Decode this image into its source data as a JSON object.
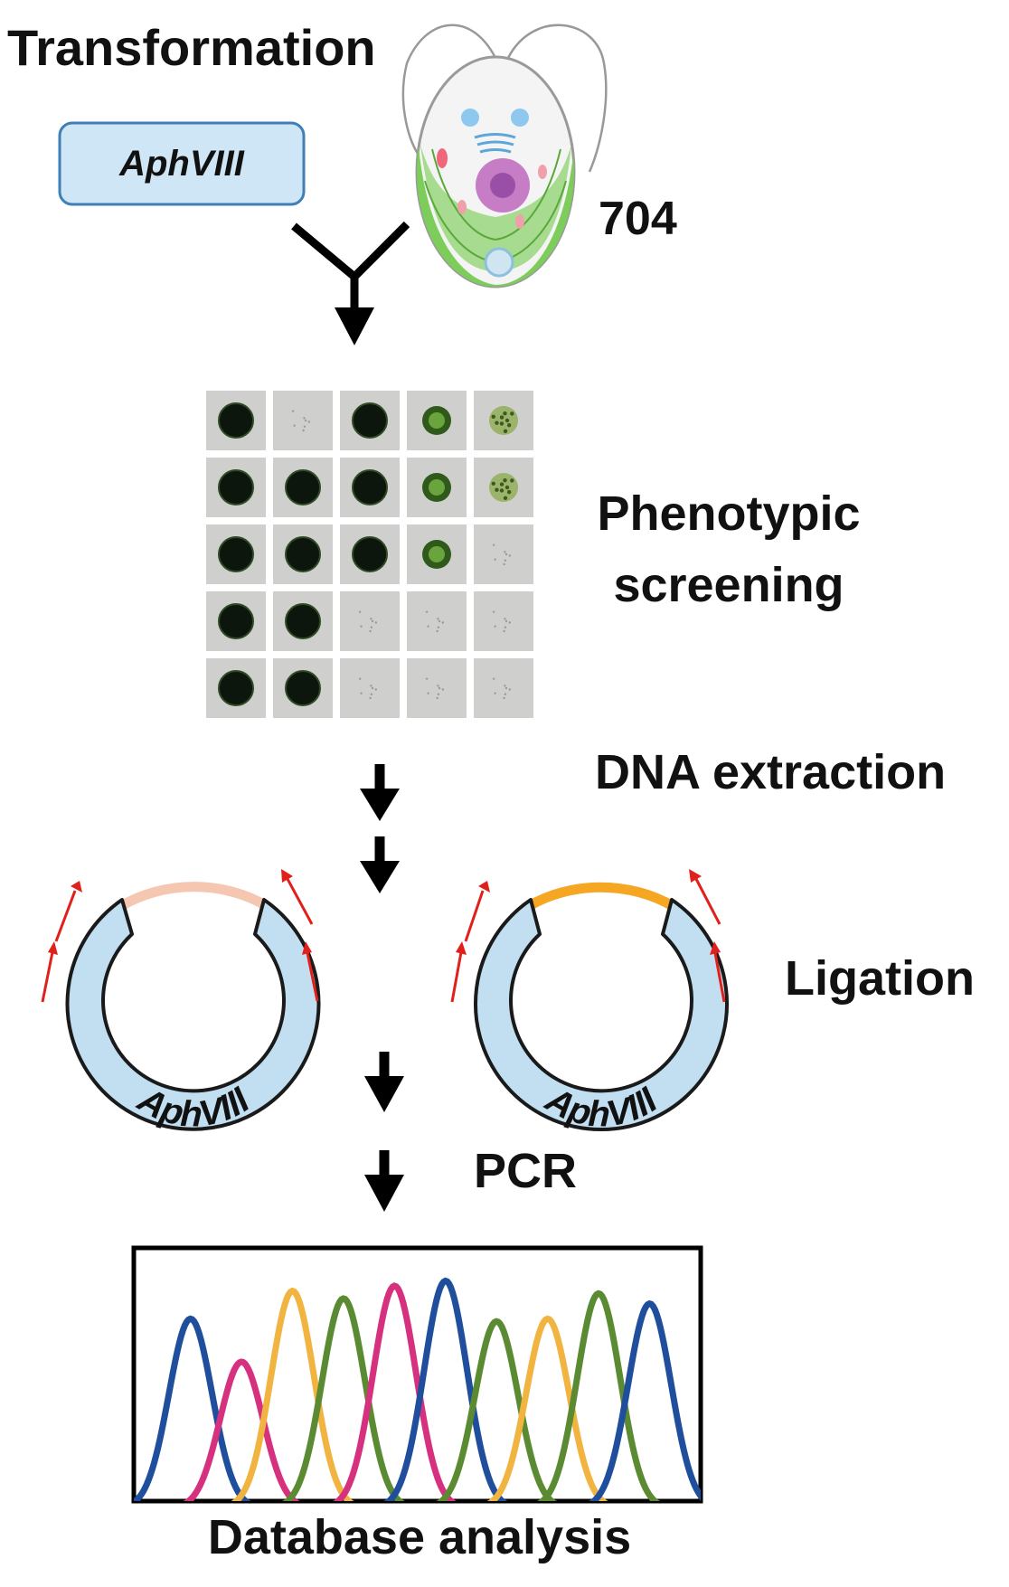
{
  "labels": {
    "transformation": "Transformation",
    "gene_box": "AphVIII",
    "strain": "704",
    "phenotypic_line1": "Phenotypic",
    "phenotypic_line2": "screening",
    "dna_extraction": "DNA extraction",
    "ligation": "Ligation",
    "plasmid_left_gene": "AphVIII",
    "plasmid_right_gene": "AphVIII",
    "pcr": "PCR",
    "database_analysis": "Database analysis"
  },
  "colors": {
    "gene_box_fill": "#cfe6f6",
    "gene_box_stroke": "#3f7fb5",
    "plasmid_fill": "#c2dff2",
    "insert_left": "#f5c7b0",
    "insert_right": "#f5a623",
    "primer": "#e0201b",
    "trace_blue": "#1f4e9c",
    "trace_pink": "#d6317f",
    "trace_yellow": "#f2b441",
    "trace_green": "#5a8a32"
  },
  "screening_grid": [
    [
      "big",
      "empty",
      "big",
      "green",
      "speckled"
    ],
    [
      "big",
      "big",
      "big",
      "green",
      "speckled"
    ],
    [
      "big",
      "big",
      "big",
      "green",
      "empty"
    ],
    [
      "big",
      "big",
      "empty",
      "empty",
      "empty"
    ],
    [
      "big",
      "big",
      "empty",
      "empty",
      "empty"
    ]
  ],
  "chromatogram_peaks": [
    {
      "color": "blue",
      "pos": 0.1,
      "height": 0.72
    },
    {
      "color": "pink",
      "pos": 0.19,
      "height": 0.55
    },
    {
      "color": "yellow",
      "pos": 0.28,
      "height": 0.83
    },
    {
      "color": "green",
      "pos": 0.37,
      "height": 0.8
    },
    {
      "color": "pink",
      "pos": 0.46,
      "height": 0.85
    },
    {
      "color": "blue",
      "pos": 0.55,
      "height": 0.87
    },
    {
      "color": "green",
      "pos": 0.64,
      "height": 0.71
    },
    {
      "color": "yellow",
      "pos": 0.73,
      "height": 0.72
    },
    {
      "color": "green",
      "pos": 0.82,
      "height": 0.82
    },
    {
      "color": "blue",
      "pos": 0.91,
      "height": 0.78
    }
  ]
}
